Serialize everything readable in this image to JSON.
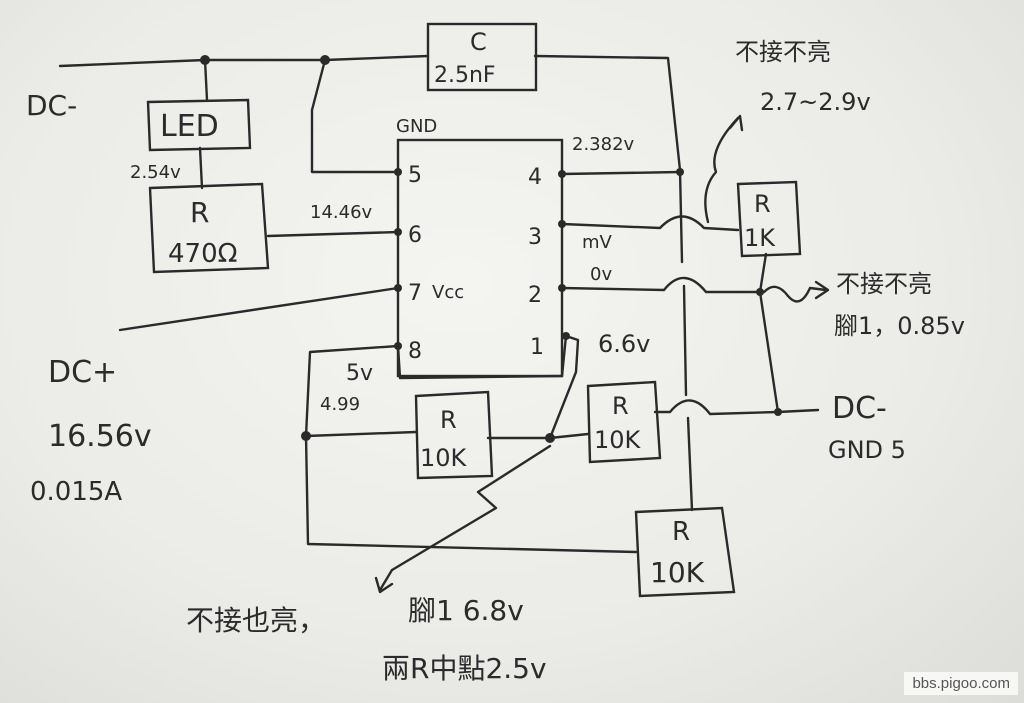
{
  "labels": {
    "dc_minus_left": "DC-",
    "led": "LED",
    "led_voltage": "2.54v",
    "r470_name": "R",
    "r470_value": "470Ω",
    "cap_name": "C",
    "cap_value": "2.5nF",
    "gnd": "GND",
    "pin4_voltage": "2.382v",
    "no_connect_1": "不接不亮",
    "range_1": "2.7~2.9v",
    "pin5": "5",
    "pin6": "6",
    "pin7": "7",
    "pin8": "8",
    "pin4": "4",
    "pin3": "3",
    "pin2": "2",
    "pin1": "1",
    "pin6_voltage": "14.46v",
    "vcc": "Vcc",
    "pin3_voltage": "mV",
    "pin2_voltage": "0v",
    "pin1_voltage": "6.6v",
    "r1k_name": "R",
    "r1k_value": "1K",
    "no_connect_2": "不接不亮",
    "pin1_note": "腳1，0.85v",
    "dc_plus": "DC+",
    "dc_plus_voltage": "16.56v",
    "dc_plus_current": "0.015A",
    "pin8_voltage": "5v",
    "node_voltage": "4.99",
    "r10k_a_name": "R",
    "r10k_a_value": "10K",
    "r10k_b_name": "R",
    "r10k_b_value": "10K",
    "r10k_c_name": "R",
    "r10k_c_value": "10K",
    "dc_minus_right": "DC-",
    "gnd5": "GND 5",
    "bottom_note_1": "不接也亮，",
    "bottom_note_2": "腳1 6.8v",
    "bottom_note_3": "兩R中點2.5v",
    "watermark": "bbs.pigoo.com"
  },
  "colors": {
    "ink": "#2a2a2a",
    "paper": "#efefec"
  }
}
